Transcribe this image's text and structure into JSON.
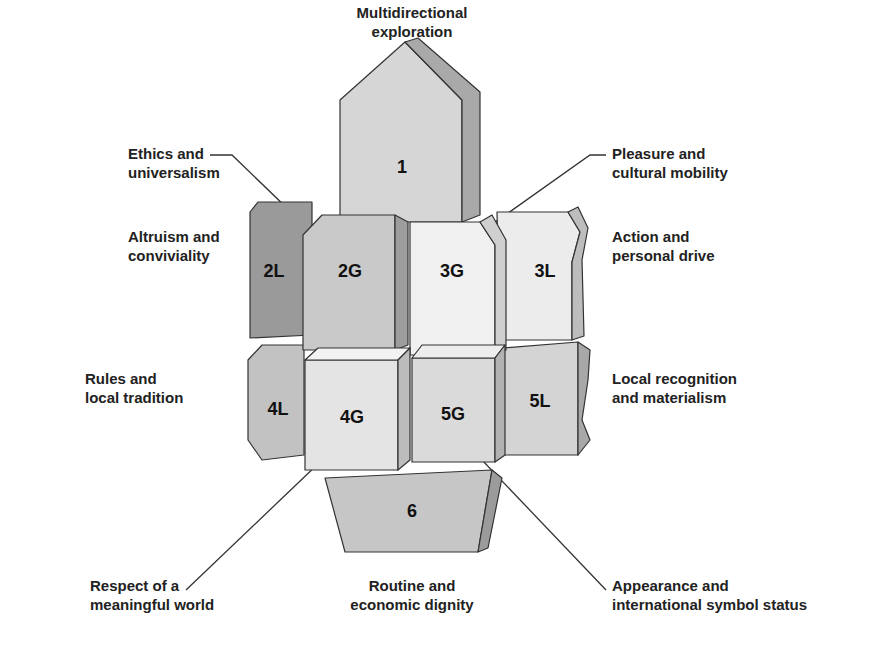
{
  "diagram": {
    "nodes": [
      {
        "text": [
          "1"
        ]
      },
      {
        "text": [
          "2L"
        ]
      },
      {
        "text": [
          "2G"
        ]
      },
      {
        "text": [
          "3G"
        ]
      },
      {
        "text": [
          "3L"
        ]
      },
      {
        "text": [
          "4L"
        ]
      },
      {
        "text": [
          "4G"
        ]
      },
      {
        "text": [
          "5G"
        ]
      },
      {
        "text": [
          "5L"
        ]
      },
      {
        "text": [
          "6"
        ]
      }
    ],
    "labels": [
      "Multidirectional exploration",
      "Ethics and universalism",
      "Pleasure and cultural mobility",
      "Altruism and conviviality",
      "Action and personal drive",
      "Rules and local tradition",
      "Local recognition and materialism",
      "Respect of a meaningful world",
      "Routine and economic dignity",
      "Appearance and international symbol status"
    ]
  }
}
